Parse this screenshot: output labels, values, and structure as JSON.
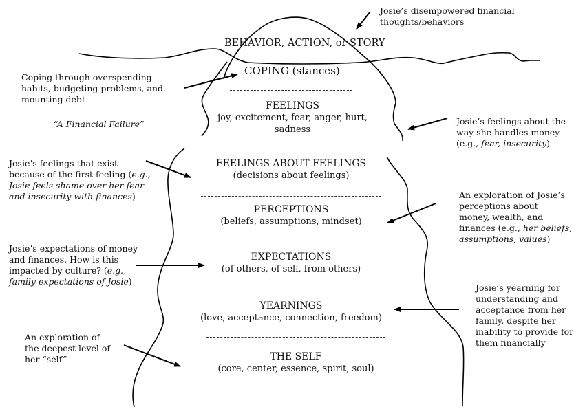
{
  "layers": {
    "behavior": "BEHAVIOR, ACTION, or STORY",
    "coping": "COPING (stances)",
    "feelings": {
      "title": "FEELINGS",
      "line1": "joy, excitement, fear, anger, hurt,",
      "line2": "sadness"
    },
    "feelings_about_feelings": {
      "title": "FEELINGS ABOUT FEELINGS",
      "sub": "(decisions about feelings)"
    },
    "perceptions": {
      "title": "PERCEPTIONS",
      "sub": "(beliefs, assumptions, mindset)"
    },
    "expectations": {
      "title": "EXPECTATIONS",
      "sub": "(of others, of self, from others)"
    },
    "yearnings": {
      "title": "YEARNINGS",
      "sub": "(love, acceptance, connection, freedom)"
    },
    "self": {
      "title": "THE SELF",
      "sub": "(core, center, essence, spirit, soul)"
    }
  },
  "annotations": {
    "behavior_note": {
      "line1": "Josie’s disempowered financial",
      "line2": "thoughts/behaviors"
    },
    "coping_note": {
      "line1": "Coping through overspending",
      "line2": "habits, budgeting problems, and",
      "line3": "mounting debt",
      "quote": "“A Financial Failure”"
    },
    "feelings_note": {
      "line1": "Josie’s feelings about the",
      "line2": "way she handles money",
      "line3_prefix": "(e.g., ",
      "line3_italic": "fear, insecurity",
      "line3_suffix": ")"
    },
    "ff_note": {
      "line1": "Josie’s feelings that exist",
      "line2_prefix": "because of the first feeling (",
      "line2_italic": "e.g.,",
      "line3_italic": "Josie feels shame over her fear",
      "line4_italic": "and insecurity with finances",
      "line4_suffix": ")"
    },
    "perceptions_note": {
      "line1": "An exploration of Josie’s",
      "line2": "perceptions about",
      "line3": "money, wealth, and",
      "line4_prefix": "finances (e.g., ",
      "line4_italic": "her beliefs,",
      "line5_italic": "assumptions, values",
      "line5_suffix": ")"
    },
    "expectations_note": {
      "line1": "Josie’s expectations of money",
      "line2": "and finances. How is this",
      "line3_prefix": "impacted by culture? (",
      "line3_italic": "e.g.,",
      "line4_italic": "family expectations of Josie",
      "line4_suffix": ")"
    },
    "yearnings_note": {
      "line1": "Josie’s yearning for",
      "line2": "understanding and",
      "line3": "acceptance from her",
      "line4": "family, despite her",
      "line5": "inability to provide for",
      "line6": "them financially"
    },
    "self_note": {
      "line1": "An exploration of",
      "line2": "the deepest level of",
      "line3": "her “self”"
    }
  }
}
